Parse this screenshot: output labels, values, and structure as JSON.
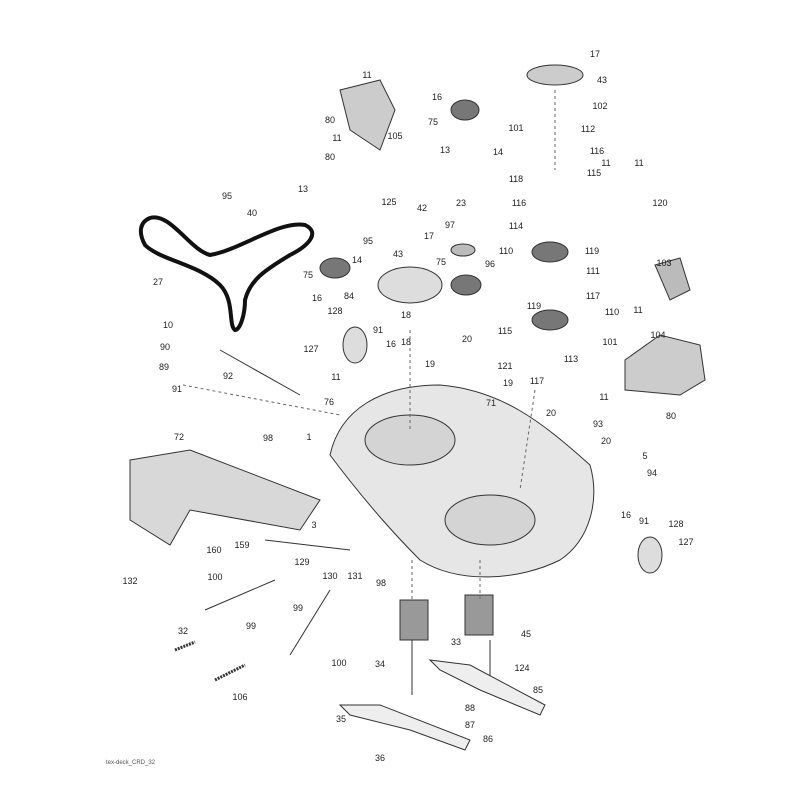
{
  "diagram": {
    "caption": "tex-deck_CRD_32",
    "part_labels": [
      "11",
      "80",
      "11",
      "105",
      "80",
      "16",
      "75",
      "13",
      "14",
      "17",
      "43",
      "102",
      "101",
      "112",
      "116",
      "118",
      "115",
      "11",
      "11",
      "116",
      "120",
      "95",
      "40",
      "13",
      "125",
      "42",
      "95",
      "23",
      "97",
      "17",
      "114",
      "119",
      "110",
      "96",
      "111",
      "27",
      "43",
      "75",
      "14",
      "75",
      "16",
      "84",
      "103",
      "117",
      "119",
      "110",
      "11",
      "10",
      "90",
      "89",
      "91",
      "128",
      "127",
      "91",
      "16",
      "18",
      "18",
      "19",
      "20",
      "115",
      "113",
      "101",
      "104",
      "121",
      "117",
      "19",
      "92",
      "11",
      "76",
      "71",
      "20",
      "11",
      "93",
      "80",
      "1",
      "98",
      "72",
      "20",
      "5",
      "94",
      "3",
      "16",
      "91",
      "128",
      "127",
      "160",
      "159",
      "132",
      "129",
      "130",
      "131",
      "98",
      "100",
      "99",
      "99",
      "32",
      "106",
      "100",
      "33",
      "45",
      "34",
      "124",
      "85",
      "35",
      "88",
      "87",
      "86",
      "36"
    ]
  }
}
